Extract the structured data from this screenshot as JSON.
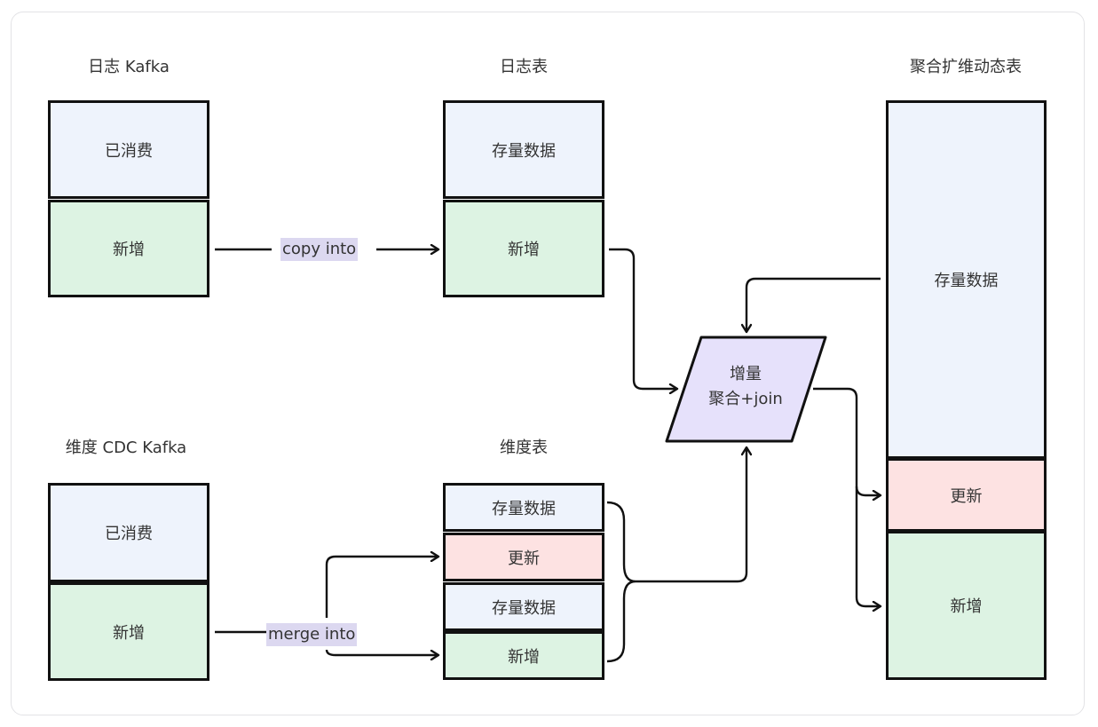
{
  "colors": {
    "consumed": "#eef3fc",
    "stock": "#eef3fc",
    "new": "#ddf3e3",
    "update": "#fde2e2",
    "process": "#e6e1fb",
    "edge_label_bg": "#dcd8f0",
    "stroke": "#111111"
  },
  "log_kafka": {
    "title": "日志 Kafka",
    "cells": [
      "已消费",
      "新增"
    ]
  },
  "log_table": {
    "title": "日志表",
    "cells": [
      "存量数据",
      "新增"
    ]
  },
  "dim_kafka": {
    "title": "维度 CDC Kafka",
    "cells": [
      "已消费",
      "新增"
    ]
  },
  "dim_table": {
    "title": "维度表",
    "cells": [
      "存量数据",
      "更新",
      "存量数据",
      "新增"
    ]
  },
  "agg_table": {
    "title": "聚合扩维动态表",
    "cells": [
      "存量数据",
      "更新",
      "新增"
    ]
  },
  "process": {
    "line1": "增量",
    "line2": "聚合+join"
  },
  "edges": {
    "copy_into": "copy into",
    "merge_into": "merge into"
  }
}
